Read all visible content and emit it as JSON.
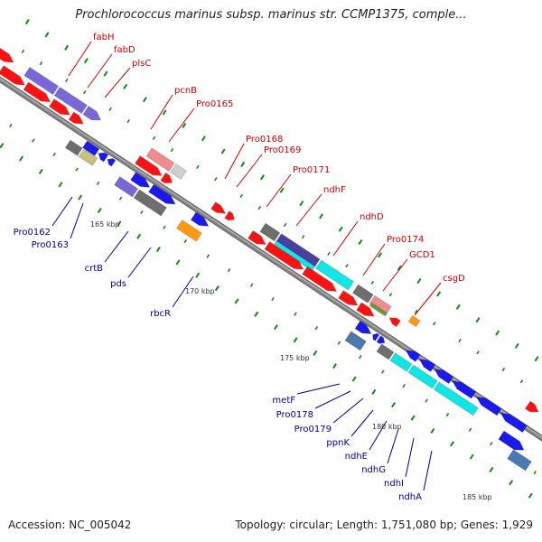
{
  "title": "Prochlorococcus marinus subsp. marinus str. CCMP1375, comple...",
  "accession": "Accession: NC_005042",
  "stats": "Topology: circular; Length: 1,751,080 bp; Genes: 1,929",
  "colors": {
    "backbone": "#888888",
    "backbone_edge": "#666666",
    "red": "#ff1111",
    "blue": "#1a1aee",
    "purple": "#7b68d8",
    "gray": "#6e6e6e",
    "cyan": "#11e5e5",
    "pink": "#f08c8c",
    "lightgray": "#cfcfcf",
    "olive": "#c8c080",
    "orange": "#ff9911",
    "steel": "#4a7ab0",
    "navy": "#4a3fa0",
    "green": "#6a9a3a",
    "tick": "#118811",
    "label_red": "#cc0000",
    "label_blue": "#00008b"
  },
  "labels": [
    {
      "id": "fabH",
      "text": "fabH",
      "side": "outer"
    },
    {
      "id": "fabD",
      "text": "fabD",
      "side": "outer"
    },
    {
      "id": "plsC",
      "text": "plsC",
      "side": "outer"
    },
    {
      "id": "pcnB",
      "text": "pcnB",
      "side": "outer"
    },
    {
      "id": "Pro0165",
      "text": "Pro0165",
      "side": "outer"
    },
    {
      "id": "Pro0168",
      "text": "Pro0168",
      "side": "outer"
    },
    {
      "id": "Pro0169",
      "text": "Pro0169",
      "side": "outer"
    },
    {
      "id": "Pro0171",
      "text": "Pro0171",
      "side": "outer"
    },
    {
      "id": "ndhF",
      "text": "ndhF",
      "side": "outer"
    },
    {
      "id": "ndhD",
      "text": "ndhD",
      "side": "outer"
    },
    {
      "id": "Pro0174",
      "text": "Pro0174",
      "side": "outer"
    },
    {
      "id": "GCD1",
      "text": "GCD1",
      "side": "outer"
    },
    {
      "id": "csgD",
      "text": "csgD",
      "side": "outer"
    },
    {
      "id": "Pro0162",
      "text": "Pro0162",
      "side": "inner"
    },
    {
      "id": "Pro0163",
      "text": "Pro0163",
      "side": "inner"
    },
    {
      "id": "crtB",
      "text": "crtB",
      "side": "inner"
    },
    {
      "id": "pds",
      "text": "pds",
      "side": "inner"
    },
    {
      "id": "rbcR",
      "text": "rbcR",
      "side": "inner"
    },
    {
      "id": "metF",
      "text": "metF",
      "side": "inner"
    },
    {
      "id": "Pro0178",
      "text": "Pro0178",
      "side": "inner"
    },
    {
      "id": "Pro0179",
      "text": "Pro0179",
      "side": "inner"
    },
    {
      "id": "ppnK",
      "text": "ppnK",
      "side": "inner"
    },
    {
      "id": "ndhE",
      "text": "ndhE",
      "side": "inner"
    },
    {
      "id": "ndhG",
      "text": "ndhG",
      "side": "inner"
    },
    {
      "id": "ndhI",
      "text": "ndhI",
      "side": "inner"
    },
    {
      "id": "ndhA",
      "text": "ndhA",
      "side": "inner"
    }
  ],
  "ticks": [
    {
      "id": "t165",
      "text": "165 kbp"
    },
    {
      "id": "t170",
      "text": "170 kbp"
    },
    {
      "id": "t175",
      "text": "175 kbp"
    },
    {
      "id": "t180",
      "text": "180 kbp"
    },
    {
      "id": "t185",
      "text": "185 kbp"
    }
  ]
}
